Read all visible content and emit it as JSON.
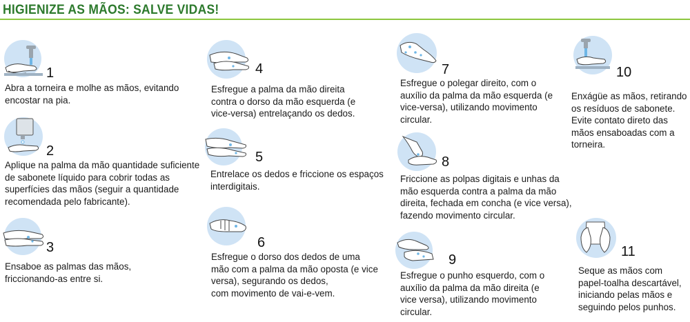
{
  "title": "HIGIENIZE AS MÃOS: SALVE VIDAS!",
  "colors": {
    "title": "#2d7a2d",
    "rule": "#8cc63f",
    "illustration_circle": "#cfe3f5",
    "water": "#6fb6e6"
  },
  "steps": [
    {
      "number": "1",
      "icon": "faucet-wet-hands-icon",
      "lines": [
        "Abra a torneira e molhe as mãos, evitando",
        "encostar na pia."
      ]
    },
    {
      "number": "2",
      "icon": "soap-dispenser-icon",
      "lines": [
        "Aplique na palma da mão quantidade suficiente",
        "de sabonete líquido para cobrir todas as",
        "superfícies das mãos (seguir a quantidade",
        "recomendada pelo fabricante)."
      ]
    },
    {
      "number": "3",
      "icon": "palms-rubbing-icon",
      "lines": [
        "Ensaboe as palmas das mãos,",
        "friccionando-as entre si."
      ]
    },
    {
      "number": "4",
      "icon": "back-of-hand-rub-icon",
      "lines": [
        "Esfregue a palma da mão direita",
        "contra o dorso da mão esquerda (e",
        "vice-versa) entrelaçando os dedos."
      ]
    },
    {
      "number": "5",
      "icon": "interlaced-fingers-icon",
      "lines": [
        "Entrelace os dedos e friccione os espaços",
        "interdigitais."
      ]
    },
    {
      "number": "6",
      "icon": "interlocked-fingers-icon",
      "lines": [
        "Esfregue o dorso dos dedos de uma",
        "mão com a palma da mão oposta (e vice",
        "versa), segurando os dedos,",
        "com movimento de vai-e-vem."
      ]
    },
    {
      "number": "7",
      "icon": "thumb-rub-icon",
      "lines": [
        "Esfregue o polegar direito, com o",
        "auxílio da palma da mão esquerda (e",
        "vice-versa), utilizando movimento",
        "circular."
      ]
    },
    {
      "number": "8",
      "icon": "fingertips-rub-icon",
      "lines": [
        "Friccione as polpas digitais e unhas da",
        "mão esquerda contra a palma da mão",
        "direita, fechada em concha (e vice versa),",
        "fazendo movimento circular."
      ]
    },
    {
      "number": "9",
      "icon": "wrist-rub-icon",
      "lines": [
        "Esfregue o punho esquerdo, com o",
        "auxílio da palma da mão direita (e",
        "vice versa), utilizando movimento",
        "circular."
      ]
    },
    {
      "number": "10",
      "icon": "rinse-hands-icon",
      "lines": [
        "Enxágüe as mãos, retirando",
        "os resíduos de sabonete.",
        "Evite contato direto das",
        "mãos ensaboadas com a",
        "torneira."
      ]
    },
    {
      "number": "11",
      "icon": "paper-towel-dry-icon",
      "lines": [
        "Seque as mãos com",
        "papel-toalha descartável,",
        "iniciando pelas mãos e",
        "seguindo pelos punhos."
      ]
    }
  ]
}
